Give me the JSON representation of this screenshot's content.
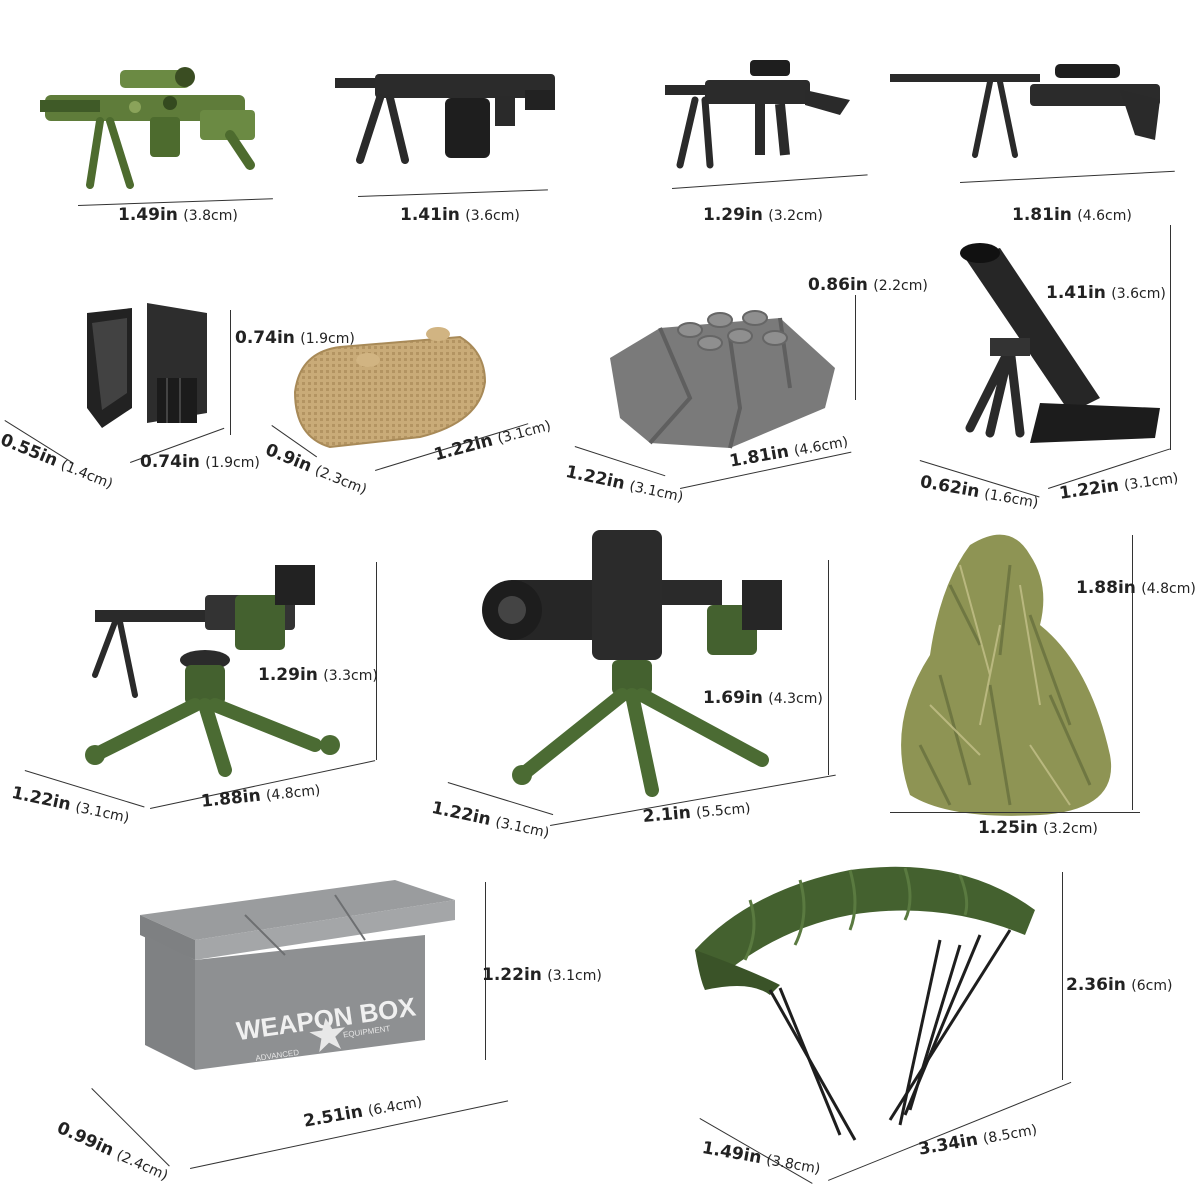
{
  "items": [
    {
      "name": "camo-machine-gun",
      "dims": [
        {
          "in": "1.49in",
          "cm": "(3.8cm)"
        }
      ]
    },
    {
      "name": "light-machine-gun",
      "dims": [
        {
          "in": "1.41in",
          "cm": "(3.6cm)"
        }
      ]
    },
    {
      "name": "scoped-rifle",
      "dims": [
        {
          "in": "1.29in",
          "cm": "(3.2cm)"
        }
      ]
    },
    {
      "name": "sniper-rifle",
      "dims": [
        {
          "in": "1.81in",
          "cm": "(4.6cm)"
        }
      ]
    },
    {
      "name": "tactical-vest",
      "dims": [
        {
          "in": "0.74in",
          "cm": "(1.9cm)"
        },
        {
          "in": "0.55in",
          "cm": "(1.4cm)"
        },
        {
          "in": "0.74in",
          "cm": "(1.9cm)"
        }
      ]
    },
    {
      "name": "sandbag",
      "dims": [
        {
          "in": "0.9in",
          "cm": "(2.3cm)"
        },
        {
          "in": "1.22in",
          "cm": "(3.1cm)"
        }
      ]
    },
    {
      "name": "rock-base",
      "dims": [
        {
          "in": "0.86in",
          "cm": "(2.2cm)"
        },
        {
          "in": "1.22in",
          "cm": "(3.1cm)"
        },
        {
          "in": "1.81in",
          "cm": "(4.6cm)"
        }
      ]
    },
    {
      "name": "mortar",
      "dims": [
        {
          "in": "1.41in",
          "cm": "(3.6cm)"
        },
        {
          "in": "0.62in",
          "cm": "(1.6cm)"
        },
        {
          "in": "1.22in",
          "cm": "(3.1cm)"
        }
      ]
    },
    {
      "name": "tripod-machine-gun",
      "dims": [
        {
          "in": "1.29in",
          "cm": "(3.3cm)"
        },
        {
          "in": "1.22in",
          "cm": "(3.1cm)"
        },
        {
          "in": "1.88in",
          "cm": "(4.8cm)"
        }
      ]
    },
    {
      "name": "gatling-gun",
      "dims": [
        {
          "in": "1.69in",
          "cm": "(4.3cm)"
        },
        {
          "in": "1.22in",
          "cm": "(3.1cm)"
        },
        {
          "in": "2.1in",
          "cm": "(5.5cm)"
        }
      ]
    },
    {
      "name": "ghillie-suit",
      "dims": [
        {
          "in": "1.88in",
          "cm": "(4.8cm)"
        },
        {
          "in": "1.25in",
          "cm": "(3.2cm)"
        }
      ]
    },
    {
      "name": "weapon-box",
      "label": "WEAPON BOX",
      "sublabels": [
        "ADVANCED",
        "EQUIPMENT"
      ],
      "dims": [
        {
          "in": "1.22in",
          "cm": "(3.1cm)"
        },
        {
          "in": "0.99in",
          "cm": "(2.4cm)"
        },
        {
          "in": "2.51in",
          "cm": "(6.4cm)"
        }
      ]
    },
    {
      "name": "parachute",
      "dims": [
        {
          "in": "2.36in",
          "cm": "(6cm)"
        },
        {
          "in": "1.49in",
          "cm": "(3.8cm)"
        },
        {
          "in": "3.34in",
          "cm": "(8.5cm)"
        }
      ]
    }
  ],
  "colors": {
    "camo_green": "#5f7c3a",
    "black_plastic": "#2a2a2a",
    "tan": "#c9ab78",
    "rock_gray": "#7a7a7a",
    "army_green": "#44612f",
    "box_gray": "#8e9092"
  }
}
